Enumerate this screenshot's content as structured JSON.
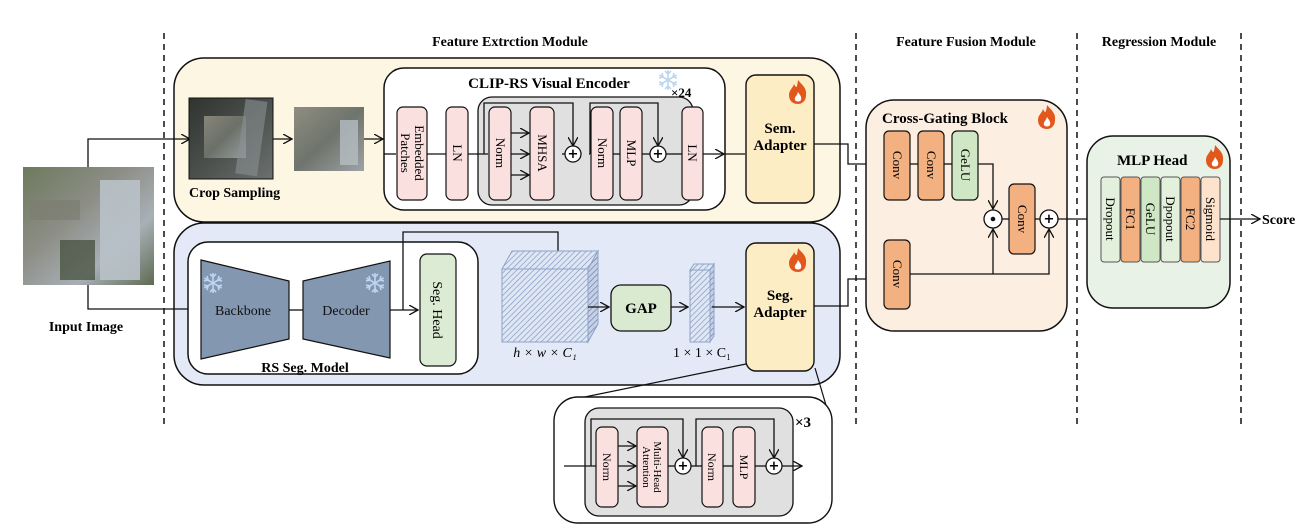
{
  "sections": {
    "extraction": "Feature Extrction Module",
    "fusion": "Feature Fusion Module",
    "regression": "Regression Module"
  },
  "input": {
    "label": "Input Image"
  },
  "crop": {
    "label": "Crop Sampling"
  },
  "clip_encoder": {
    "title": "CLIP-RS  Visual Encoder",
    "repeat": "×24",
    "blocks": [
      "Embedded Patches",
      "LN",
      "Norm",
      "MHSA",
      "Norm",
      "MLP",
      "LN"
    ],
    "frozen_icon": "snowflake-icon"
  },
  "sem_adapter": {
    "line1": "Sem.",
    "line2": "Adapter",
    "trainable_icon": "flame-icon"
  },
  "seg_model": {
    "title": "RS  Seg. Model",
    "backbone": "Backbone",
    "decoder": "Decoder",
    "head": "Seg. Head"
  },
  "feature_map": {
    "dims_full": "h × w × C₁",
    "gap": "GAP",
    "dims_pooled": "1 × 1 × C₁"
  },
  "seg_adapter": {
    "line1": "Seg.",
    "line2": "Adapter",
    "repeat": "×3",
    "blocks": [
      "Norm",
      "Multi-Head Attention",
      "Norm",
      "MLP"
    ]
  },
  "cross_gating": {
    "title": "Cross-Gating Block",
    "blocks": [
      "Conv",
      "Conv",
      "GeLU",
      "Conv",
      "Conv"
    ]
  },
  "mlp_head": {
    "title": "MLP Head",
    "blocks": [
      "Dropout",
      "FC1",
      "GeLU",
      "Dpopout",
      "FC2",
      "Sigmoid"
    ]
  },
  "output": {
    "label": "Score"
  },
  "colors": {
    "extraction_bg": "#fdf6e3",
    "seg_bg": "#e3e9f7",
    "fusion_bg": "#fcefe2",
    "regression_bg": "#e9f2e6",
    "pink_block": "#fbe0e0",
    "orange_block": "#f3b081",
    "green_block": "#cfe7c4",
    "light_green_block": "#e3f0db",
    "peach_block": "#fde3cc",
    "adapter": "#fdedc4",
    "trapezoid": "#8497b0",
    "gray_panel": "#e0e0e0",
    "flame": "#e2571b"
  }
}
